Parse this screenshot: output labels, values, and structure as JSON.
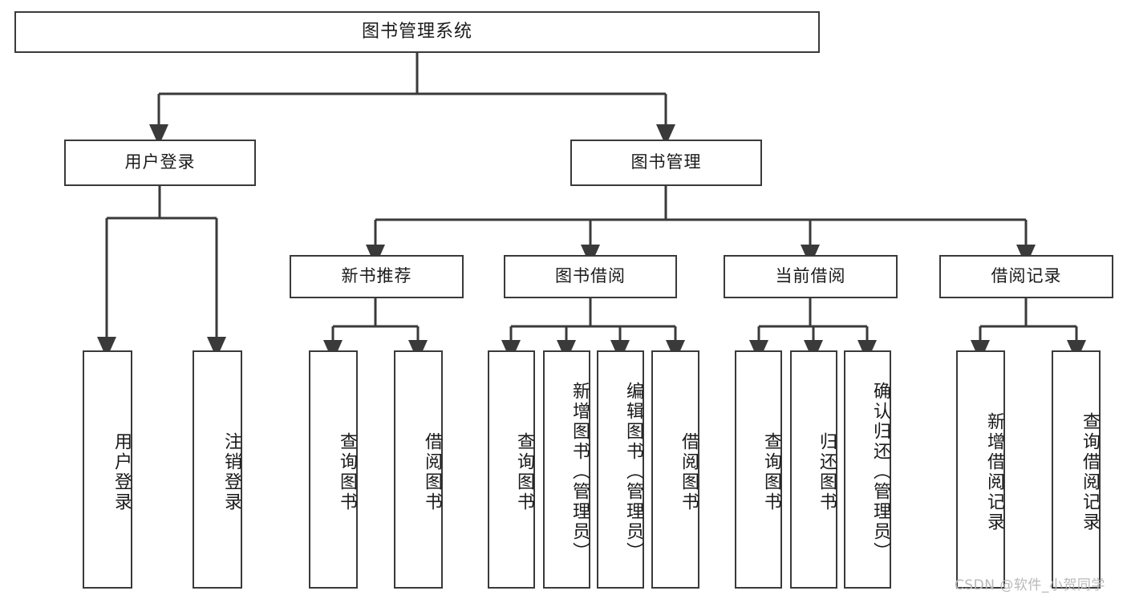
{
  "diagram": {
    "title": "图书管理系统",
    "type": "tree-hierarchy-chart",
    "watermark": "CSDN @软件_小贺同学",
    "colors": {
      "line": "#3a3a3a",
      "box_fill": "#ffffff",
      "text": "#1a1a1a",
      "watermark": "#b8b8b8",
      "background": "#ffffff"
    },
    "nodes": {
      "root": {
        "label": "图书管理系统"
      },
      "level1": [
        {
          "id": "user-login",
          "label": "用户登录"
        },
        {
          "id": "book-manage",
          "label": "图书管理"
        }
      ],
      "level2": [
        {
          "id": "new-book-rec",
          "label": "新书推荐"
        },
        {
          "id": "book-borrow",
          "label": "图书借阅"
        },
        {
          "id": "current-borrow",
          "label": "当前借阅"
        },
        {
          "id": "borrow-record",
          "label": "借阅记录"
        }
      ],
      "leaves": {
        "user_login": [
          {
            "id": "leaf-user-login",
            "label": "用户登录"
          },
          {
            "id": "leaf-logout",
            "label": "注销登录"
          }
        ],
        "new_book_rec": [
          {
            "id": "leaf-query-book-1",
            "label": "查询图书"
          },
          {
            "id": "leaf-borrow-book-1",
            "label": "借阅图书"
          }
        ],
        "book_borrow": [
          {
            "id": "leaf-query-book-2",
            "label": "查询图书"
          },
          {
            "id": "leaf-add-book",
            "label": "新增图书（管理员）"
          },
          {
            "id": "leaf-edit-book",
            "label": "编辑图书（管理员）"
          },
          {
            "id": "leaf-borrow-book-2",
            "label": "借阅图书"
          }
        ],
        "current_borrow": [
          {
            "id": "leaf-query-book-3",
            "label": "查询图书"
          },
          {
            "id": "leaf-return-book",
            "label": "归还图书"
          },
          {
            "id": "leaf-confirm-return",
            "label": "确认归还（管理员）"
          }
        ],
        "borrow_record": [
          {
            "id": "leaf-add-record",
            "label": "新增借阅记录"
          },
          {
            "id": "leaf-query-record",
            "label": "查询借阅记录"
          }
        ]
      }
    }
  }
}
